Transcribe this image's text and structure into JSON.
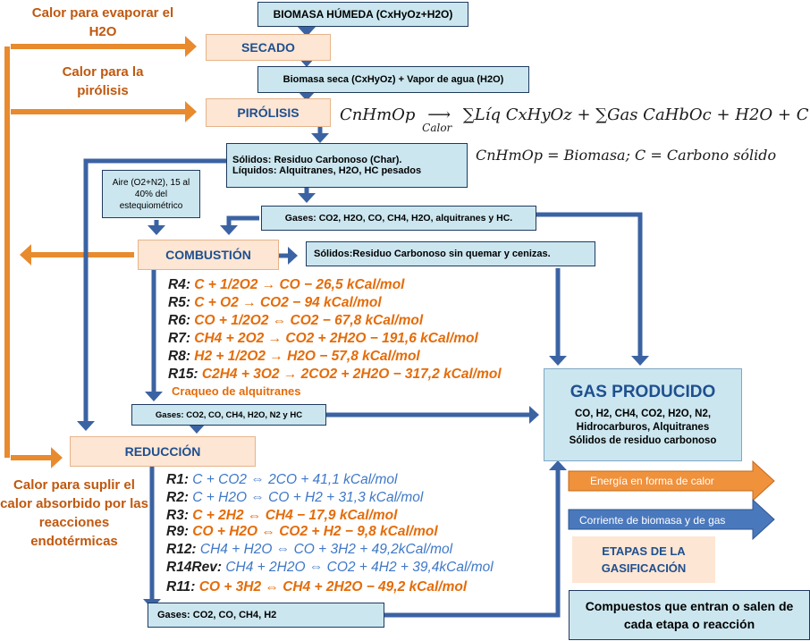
{
  "stages": {
    "biomasa": "BIOMASA HÚMEDA (CxHyOz+H2O)",
    "secado": "SECADO",
    "biomasa_seca": "Biomasa seca (CxHyOz) + Vapor de agua (H2O)",
    "pirolisis": "PIRÓLISIS",
    "solidos_label": "Sólidos:",
    "solidos_text": " Residuo Carbonoso (Char).",
    "liquidos_label": "Líquidos:",
    "liquidos_text": " Alquitranes, H2O, HC pesados",
    "gases_pirolisis": "Gases: CO2, H2O, CO, CH4, H2O, alquitranes y HC.",
    "aire": "Aire (O2+N2), 15 al 40% del estequiométrico",
    "combustion": "COMBUSTIÓN",
    "solidos_comb_label": "Sólidos:",
    "solidos_comb_text": " Residuo Carbonoso sin quemar y cenizas.",
    "craqueo": "Craqueo de alquitranes",
    "gases_comb": "Gases: CO2, CO, CH4, H2O, N2  y HC",
    "reduccion": "REDUCCIÓN",
    "gases_final": "Gases: CO2, CO, CH4, H2",
    "gas_producido_title": "GAS PRODUCIDO",
    "gas_producido_line1": "CO, H2, CH4, CO2, H2O, N2,",
    "gas_producido_line2": "Hidrocarburos, Alquitranes",
    "gas_producido_line3": "Sólidos de residuo carbonoso"
  },
  "heat_labels": {
    "evaporar": "Calor para evaporar el H2O",
    "pirolisis": "Calor para la pirólisis",
    "endotermicas": "Calor para suplir el calor absorbido por las reacciones endotérmicas"
  },
  "equation": {
    "main_lhs": "CnHmOp",
    "main_arrow_label": "Calor",
    "main_rhs": "∑Líq CxHyOz + ∑Gas CaHbOc + H2O + C",
    "definition": "CnHmOp = Biomasa;  C = Carbono sólido"
  },
  "combustion_reactions": [
    {
      "label": "R4:",
      "eq": "C + 1/2O2 → CO − 26,5 kCal/mol"
    },
    {
      "label": "R5:",
      "eq": "C + O2 → CO2 − 94 kCal/mol"
    },
    {
      "label": "R6:",
      "eq": "CO + 1/2O2 ⇔ CO2 − 67,8 kCal/mol"
    },
    {
      "label": "R7:",
      "eq": "CH4 + 2O2 → CO2 + 2H2O − 191,6 kCal/mol"
    },
    {
      "label": "R8:",
      "eq": "H2 + 1/2O2 → H2O − 57,8 kCal/mol"
    },
    {
      "label": "R15:",
      "eq": "C2H4 + 3O2 → 2CO2 + 2H2O − 317,2 kCal/mol"
    }
  ],
  "reduction_reactions": [
    {
      "label": "R1:",
      "eq": "C + CO2 ⇔ 2CO + 41,1 kCal/mol"
    },
    {
      "label": "R2:",
      "eq": "C + H2O ⇔ CO + H2 + 31,3 kCal/mol"
    },
    {
      "label": "R3:",
      "eq": "C + 2H2 ⇔ CH4 − 17,9 kCal/mol"
    },
    {
      "label": "R9:",
      "eq": "CO + H2O ⇔ CO2 + H2 − 9,8 kCal/mol"
    },
    {
      "label": "R12:",
      "eq": "CH4 + H2O ⇔ CO + 3H2 + 49,2kCal/mol"
    },
    {
      "label": "R14Rev:",
      "eq": "CH4 + 2H2O ⇔ CO2 + 4H2 + 39,4kCal/mol"
    },
    {
      "label": "R11:",
      "eq": "CO + 3H2 ⇔ CH4 + 2H2O − 49,2 kCal/mol"
    }
  ],
  "legend": {
    "energia": "Energía en forma de calor",
    "corriente": "Corriente de biomasa y de gas",
    "etapas": "ETAPAS DE LA GASIFICACIÓN",
    "compuestos": "Compuestos que entran o salen de cada etapa o reacción"
  },
  "colors": {
    "heat_arrow": "#e88a2e",
    "flow_arrow": "#3b63a3",
    "stage_fill": "#fde6d3",
    "compound_fill": "#cbe6ef",
    "exothermic": "#e46c0a",
    "endothermic": "#3f78c8"
  }
}
